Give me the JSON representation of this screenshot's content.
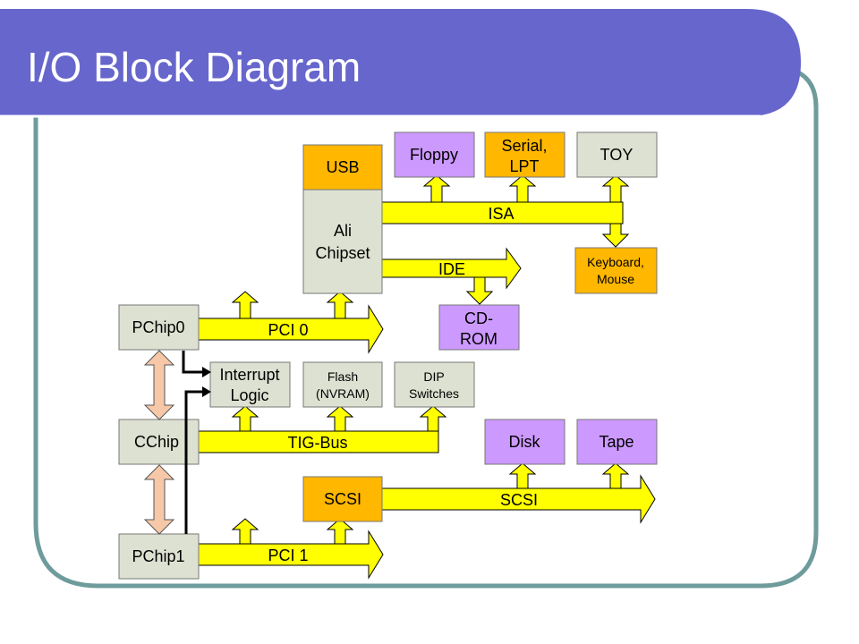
{
  "title": "I/O Block Diagram",
  "colors": {
    "title_bar": "#6666CC",
    "frame": "#6E9B9B",
    "gray_block": "#DDE1D1",
    "orange_block": "#FFB700",
    "purple_block": "#CC99FF",
    "bus": "#FFFF00",
    "link": "#F7C8A8"
  },
  "blocks": {
    "usb": "USB",
    "ali": [
      "Ali",
      "Chipset"
    ],
    "floppy": "Floppy",
    "serial": [
      "Serial,",
      "LPT"
    ],
    "toy": "TOY",
    "keyboard": [
      "Keyboard,",
      "Mouse"
    ],
    "cdrom": [
      "CD-",
      "ROM"
    ],
    "pchip0": "PChip0",
    "interrupt": [
      "Interrupt",
      "Logic"
    ],
    "flash": [
      "Flash",
      "(NVRAM)"
    ],
    "dip": [
      "DIP",
      "Switches"
    ],
    "cchip": "CChip",
    "disk": "Disk",
    "tape": "Tape",
    "scsi_block": "SCSI",
    "pchip1": "PChip1"
  },
  "buses": {
    "isa": "ISA",
    "ide": "IDE",
    "pci0": "PCI 0",
    "tig": "TIG-Bus",
    "scsi": "SCSI",
    "pci1": "PCI 1"
  }
}
